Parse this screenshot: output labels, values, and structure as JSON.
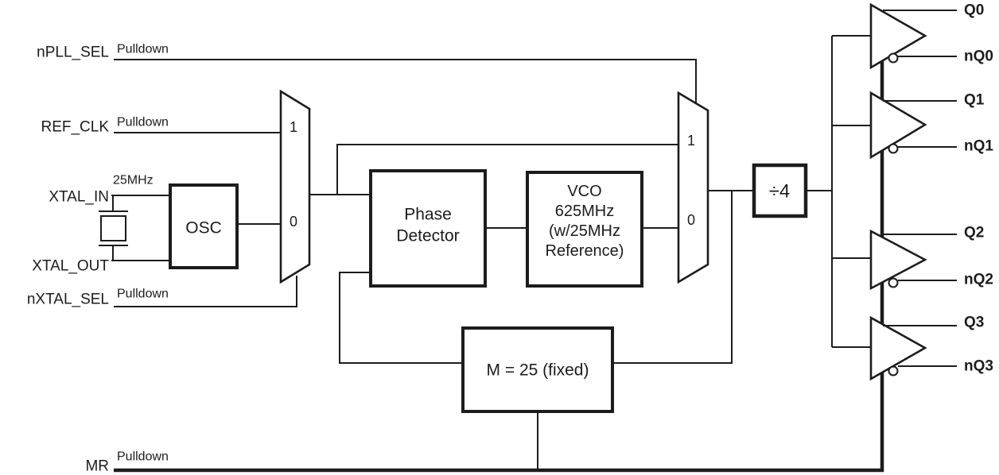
{
  "colors": {
    "ink": "#1c1c1c",
    "background": "#ffffff"
  },
  "ports": {
    "npll_sel": {
      "label": "nPLL_SEL",
      "note": "Pulldown"
    },
    "ref_clk": {
      "label": "REF_CLK",
      "note": "Pulldown"
    },
    "xtal_in": {
      "label": "XTAL_IN",
      "note": "25MHz"
    },
    "xtal_out": {
      "label": "XTAL_OUT"
    },
    "nxtal_sel": {
      "label": "nXTAL_SEL",
      "note": "Pulldown"
    },
    "mr": {
      "label": "MR",
      "note": "Pulldown"
    }
  },
  "blocks": {
    "osc": {
      "label": "OSC"
    },
    "phase_detector": {
      "line1": "Phase",
      "line2": "Detector"
    },
    "vco": {
      "line1": "VCO",
      "line2": "625MHz",
      "line3": "(w/25MHz",
      "line4": "Reference)"
    },
    "feedback_divider": {
      "label": "M = 25 (fixed)"
    },
    "output_divider": {
      "label": "÷4"
    }
  },
  "muxes": {
    "input_mux": {
      "input1": "1",
      "input0": "0"
    },
    "bypass_mux": {
      "input1": "1",
      "input0": "0"
    }
  },
  "outputs": [
    {
      "true": "Q0",
      "complement": "nQ0"
    },
    {
      "true": "Q1",
      "complement": "nQ1"
    },
    {
      "true": "Q2",
      "complement": "nQ2"
    },
    {
      "true": "Q3",
      "complement": "nQ3"
    }
  ]
}
